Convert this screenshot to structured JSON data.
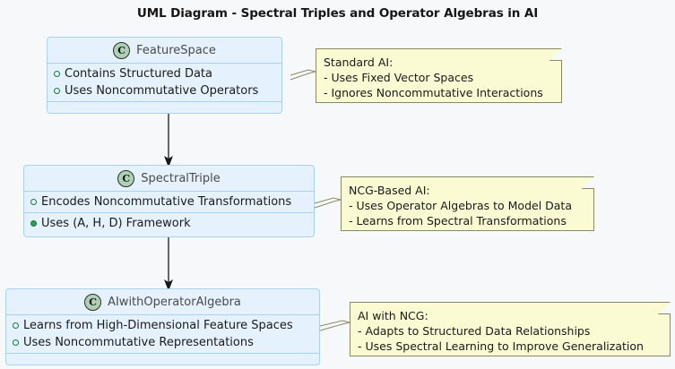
{
  "diagram": {
    "title": "UML Diagram - Spectral Triples and Operator Algebras in AI",
    "class_icon_letter": "C",
    "colors": {
      "background": "#f7f8fa",
      "class_fill": "#e5f2fd",
      "class_border": "#a8d3f0",
      "note_fill": "#fbfbd3",
      "note_border": "#8a8a62",
      "class_icon_fill": "#add1b2",
      "member_marker": "#2f9e52",
      "arrow": "#1a1a1a",
      "title_text": "#161616"
    }
  },
  "classes": [
    {
      "name": "FeatureSpace",
      "compartments": [
        {
          "members": [
            {
              "label": "Contains Structured Data",
              "marker": "public-field"
            },
            {
              "label": "Uses Noncommutative Operators",
              "marker": "public-field"
            }
          ]
        },
        {
          "members": []
        }
      ]
    },
    {
      "name": "SpectralTriple",
      "compartments": [
        {
          "members": [
            {
              "label": "Encodes Noncommutative Transformations",
              "marker": "public-field"
            }
          ]
        },
        {
          "members": [
            {
              "label": "Uses (A, H, D) Framework",
              "marker": "public-method"
            }
          ]
        }
      ]
    },
    {
      "name": "AIwithOperatorAlgebra",
      "compartments": [
        {
          "members": [
            {
              "label": "Learns from High-Dimensional Feature Spaces",
              "marker": "public-field"
            },
            {
              "label": "Uses Noncommutative Representations",
              "marker": "public-field"
            }
          ]
        },
        {
          "members": []
        }
      ]
    }
  ],
  "notes": [
    {
      "attached_to": "FeatureSpace",
      "lines": [
        "Standard AI:",
        "- Uses Fixed Vector Spaces",
        "- Ignores Noncommutative Interactions"
      ]
    },
    {
      "attached_to": "SpectralTriple",
      "lines": [
        "NCG-Based AI:",
        "- Uses Operator Algebras to Model Data",
        "- Learns from Spectral Transformations"
      ]
    },
    {
      "attached_to": "AIwithOperatorAlgebra",
      "lines": [
        "AI with NCG:",
        "- Adapts to Structured Data Relationships",
        "- Uses Spectral Learning to Improve Generalization"
      ]
    }
  ],
  "relations": [
    {
      "from": "FeatureSpace",
      "to": "SpectralTriple",
      "type": "arrow"
    },
    {
      "from": "SpectralTriple",
      "to": "AIwithOperatorAlgebra",
      "type": "arrow"
    }
  ]
}
